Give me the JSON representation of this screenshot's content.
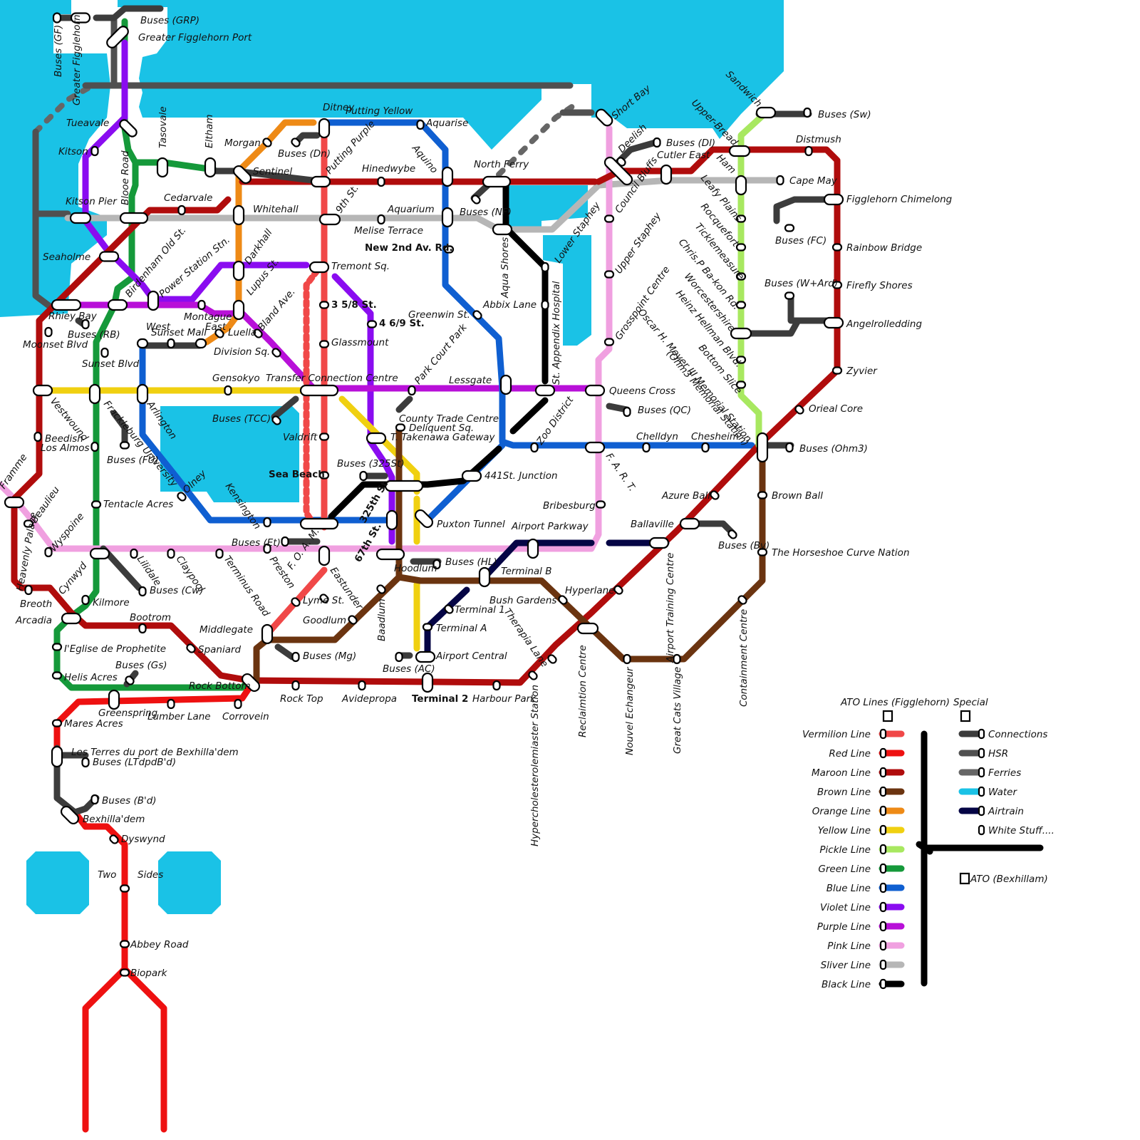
{
  "colors": {
    "water": "#1ac2e6",
    "vermilion": "#f04848",
    "red": "#ee1111",
    "maroon": "#b00c0c",
    "brown": "#6b3410",
    "orange": "#ee8a16",
    "yellow": "#f0d010",
    "pickle": "#a8e860",
    "green": "#15993a",
    "blue": "#0f5fd1",
    "violet": "#8a0cf0",
    "purple": "#b810d8",
    "pink": "#f0a0e0",
    "silver": "#b6b6b6",
    "black": "#000000",
    "connection": "#3c3c3c",
    "hsr": "#505050",
    "ferry": "#666666",
    "airtrain": "#050545"
  },
  "legend": {
    "ato_heading": "ATO Lines (Figglehorn)",
    "special_heading": "Special",
    "lines": [
      "Vermilion Line",
      "Red Line",
      "Maroon Line",
      "Brown Line",
      "Orange Line",
      "Yellow Line",
      "Pickle Line",
      "Green Line",
      "Blue Line",
      "Violet Line",
      "Purple Line",
      "Pink Line",
      "Sliver Line",
      "Black Line"
    ],
    "line_colors": [
      "vermilion",
      "red",
      "maroon",
      "brown",
      "orange",
      "yellow",
      "pickle",
      "green",
      "blue",
      "violet",
      "purple",
      "pink",
      "silver",
      "black"
    ],
    "special": [
      "Connections",
      "HSR",
      "Ferries",
      "Water",
      "Airtrain",
      "White Stuff...."
    ],
    "special_colors": [
      "connection",
      "hsr",
      "ferry",
      "water",
      "airtrain",
      ""
    ],
    "bexhillam_label": "ATO (Bexhillam)"
  },
  "stations": {
    "buses_grp": "Buses (GRP)",
    "greater_figglehorn_port": "Greater Figglehorn Port",
    "buses_gf": "Buses (GF)",
    "greater_figglehorn": "Greater Figglehorn",
    "tueavale": "Tueavale",
    "kitson": "Kitson",
    "kitson_pier": "Kitson Pier",
    "seaholme": "Seaholme",
    "rhiey_bay": "Rhiey Bay",
    "buses_rb": "Buses (RB)",
    "moonset_blvd": "Moonset Blvd",
    "sunset_blvd": "Sunset Blvd",
    "vestwound": "Vestwound",
    "beedish": "Beedish",
    "los_almos": "Los Almos",
    "framme": "Framme",
    "beaulieu": "Beaulieu",
    "wyspoine": "Wyspoine",
    "heavenly_palace": "Heavenly Palace",
    "cynwyd": "Cynwyd",
    "breoth": "Breoth",
    "arcadia": "Arcadia",
    "kilmore": "Kilmore",
    "leglise": "I'Eglise de Prophetite",
    "helis_acres": "Helis Acres",
    "buses_gs": "Buses (Gs)",
    "greenspring": "Greenspring",
    "lumber_lane": "Lumber Lane",
    "corrovein": "Corrovein",
    "rock_bottom": "Rock Bottom",
    "mares_acres": "Mares Acres",
    "les_terres": "Les Terres du port de Bexhilla'dem",
    "buses_ltdpdbd": "Buses (LTdpdB'd)",
    "buses_bd": "Buses (B'd)",
    "bexhilladem": "Bexhilla'dem",
    "dyswynd": "Dyswynd",
    "two": "Two",
    "sides": "Sides",
    "abbey_road": "Abbey Road",
    "biopark": "Biopark",
    "tasovale": "Tasovale",
    "eltham": "Eltham",
    "blooe_road": "Blooe Road",
    "cedarvale": "Cedarvale",
    "birdenham_old_st": "Birdenham Old St.",
    "power_station_stn": "Power Station Stn.",
    "west_sunset_mall": "West",
    "sunset_mall": "Sunset Mall",
    "montague_east": "Montague",
    "montague_east2": "East",
    "luella": "Luella",
    "frackleburg_university": "Frackleburg University",
    "arlington": "Arlington",
    "buses_fu": "Buses (FU)",
    "olney": "Olney",
    "tentacle_acres": "Tentacle Acres",
    "lilidale": "Lilidale",
    "claypool": "Claypool",
    "buses_cw": "Buses (Cw)",
    "terminus_road": "Terminus Road",
    "bootrom": "Bootrom",
    "spaniard": "Spaniard",
    "middlegate": "Middlegate",
    "kensington": "Kensington",
    "buses_et": "Buses (Et)",
    "preston": "Preston",
    "foam": "F. O. A. M.",
    "morgan": "Morgan",
    "sentinel": "Sentinel",
    "whitehall": "Whitehall",
    "darkhall": "Darkhall",
    "lupus_st": "Lupus St.",
    "bland_ave": "Bland Ave.",
    "division_sq": "Division Sq.",
    "gensokyo": "Gensokyo",
    "buses_tcc": "Buses (TCC)",
    "transfer_connection_centre": "Transfer Connection Centre",
    "valdrift": "Valdrift",
    "sea_beach": "Sea Beach",
    "ditney": "Ditney",
    "buses_dn": "Buses (Dn)",
    "putting_yellow": "Putting Yellow",
    "putting_purple": "Putting Purple",
    "ninth_st": "9th St.",
    "tremont_sq": "Tremont Sq.",
    "st_358": "3 5/8 St.",
    "st_469": "4 6/9 St.",
    "glassmount": "Glassmount",
    "hinedwybe": "Hinedwybe",
    "aquarium": "Aquarium",
    "melise_terrace": "Melise Terrace",
    "new_2nd_av_rd": "New 2nd Av. Rd.",
    "aquarise": "Aquarise",
    "aquino": "Aquino",
    "north_ferry": "North Ferry",
    "buses_nf": "Buses (NF)",
    "greenwin_st": "Greenwin St.",
    "abbix_lane": "Abbix Lane",
    "aqua_shores": "Aqua Shores",
    "lessgate": "Lessgate",
    "park_court_park": "Park Court Park",
    "county_trade_centre": "County Trade Centre",
    "deliquent_sq": "Deliquent Sq.",
    "t_takenawa_gateway": "T. Takenawa Gateway",
    "buses_325st": "Buses (325St)",
    "st_325": "325th St.",
    "st_67": "67th St.",
    "hoodlum": "Hoodlum",
    "buses_hl": "Buses (HL)",
    "eastunder": "Eastunder",
    "lyme_st": "Lyme St.",
    "goodlum": "Goodlum",
    "buses_mg": "Buses (Mg)",
    "baadlum": "Baadlum",
    "rock_top": "Rock Top",
    "avidepropa": "Avidepropa",
    "buses_ac": "Buses (AC)",
    "airport_central": "Airport Central",
    "terminal_2": "Terminal 2",
    "terminal_a": "Terminal A",
    "terminal_1": "Terminal 1",
    "harbour_park": "Harbour Park",
    "puxton_tunnel": "Puxton Tunnel",
    "st_441_junction": "441St. Junction",
    "zoo_district": "Zoo District",
    "airport_parkway": "Airport Parkway",
    "terminal_b": "Terminal B",
    "bush_gardens": "Bush Gardens",
    "therapia_lane": "Therapia Lane",
    "hyperlane": "Hyperlane",
    "hypercholesterolemiaster_station": "Hypercholesterolemiaster Station",
    "reclaimtion_centre": "Reclaimtion Centre",
    "nouvel_echangeur": "Nouvel Echangeur",
    "great_cats_village": "Great Cats Village",
    "airport_training_centre": "Airport Training Centre",
    "containment_centre": "Containment Centre",
    "bribesburg": "Bribesburg",
    "ballaville": "Ballaville",
    "buses_bv": "Buses (Bv)",
    "azure_ball": "Azure Ball",
    "brown_ball": "Brown Ball",
    "horseshoe": "The Horseshoe Curve Nation",
    "far": "F. A. R. T.",
    "chelldyn": "Chelldyn",
    "chesheim": "Chesheim",
    "buses_ohm3": "Buses (Ohm3)",
    "queens_cross": "Queens Cross",
    "buses_qc": "Buses (QC)",
    "st_appendix_hospital": "St. Appendix Hospital",
    "lower_staphey": "Lower Staphey",
    "upper_staphey": "Upper Staphey",
    "grosspoint_centre": "Grosspoint Centre",
    "council_bluffs": "Council Bluffs",
    "short_bay": "Short Bay",
    "deelish": "Deelish",
    "buses_dl": "Buses (Dl)",
    "cutler_east": "Cutler East",
    "ham": "Ham",
    "leafy_plains": "Leafy Plains",
    "rocquefort": "Rocquefort",
    "ticklemeasure": "Ticklemeasure",
    "chris_pbakon": "Chris.P Ba-kon Rd.",
    "worcestershire": "Worcestershire",
    "heinz_hellman": "Heinz Hellman Blvd.",
    "bottom_slice": "Bottom Slice",
    "oscar_h_meyer": "Oscar H. Meyer III Memorial Station",
    "ohm3_memorial": "(Ohm3 Memorial Station)",
    "sandwich": "Sandwich",
    "upper_bread": "Upper-Bread",
    "buses_sw": "Buses (Sw)",
    "distmush": "Distmush",
    "cape_may": "Cape May",
    "figglehorn_chimelong": "Figglehorn Chimelong",
    "buses_fc": "Buses (FC)",
    "rainbow_bridge": "Rainbow Bridge",
    "firefly_shores": "Firefly Shores",
    "buses_ward": "Buses (W+Ard)",
    "angelrolledding": "Angelrolledding",
    "zyvier": "Zyvier",
    "orieal_core": "Orieal Core"
  }
}
